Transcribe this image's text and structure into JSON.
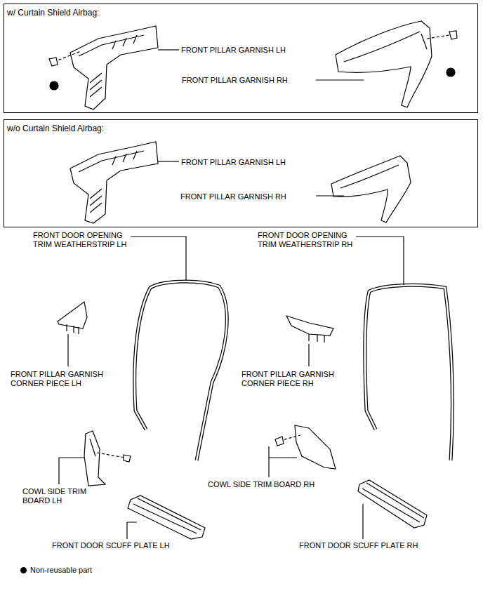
{
  "diagram": {
    "nodes": [
      {
        "text": [
          "w/ Curtain Shield Airbag:",
          "FRONT PILLAR GARNISH LH",
          "FRONT PILLAR GARNISH RH"
        ]
      },
      {
        "text": [
          "w/o Curtain Shield Airbag:",
          "FRONT PILLAR GARNISH LH",
          "FRONT PILLAR GARNISH RH"
        ]
      }
    ],
    "labels": [
      "FRONT DOOR OPENING TRIM WEATHERSTRIP LH",
      "FRONT DOOR OPENING TRIM WEATHERSTRIP RH",
      "FRONT PILLAR GARNISH CORNER PIECE LH",
      "FRONT PILLAR GARNISH CORNER PIECE RH",
      "COWL SIDE TRIM BOARD LH",
      "COWL SIDE TRIM BOARD RH",
      "FRONT DOOR SCUFF PLATE LH",
      "FRONT DOOR SCUFF PLATE RH"
    ],
    "legend": [
      {
        "text": "Non-reusable part"
      }
    ]
  }
}
